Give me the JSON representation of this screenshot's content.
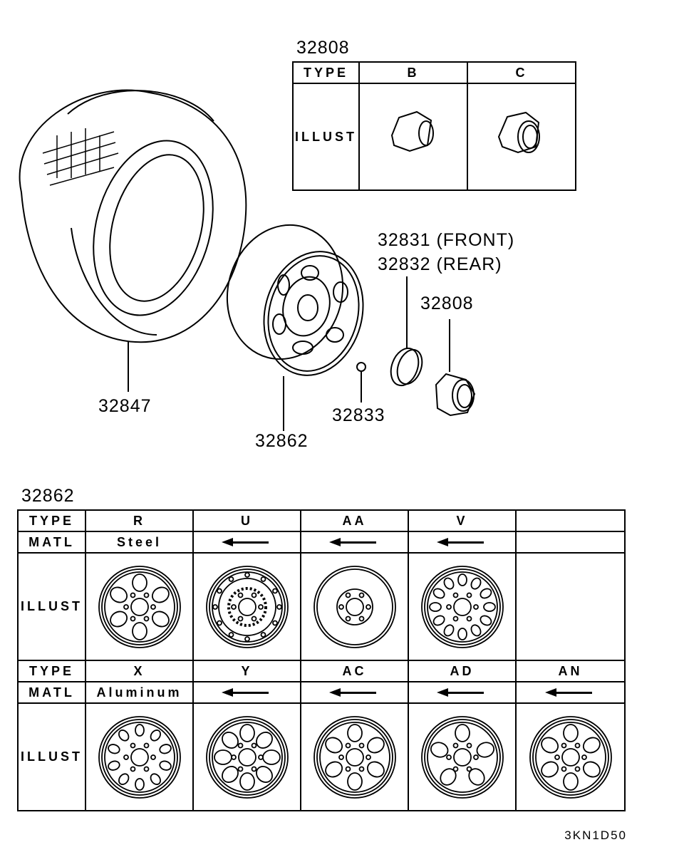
{
  "callouts": {
    "cap_table_title": "32808",
    "tire": "32847",
    "wheel": "32862",
    "ornament_front": "32831 (FRONT)",
    "ornament_rear": "32832 (REAR)",
    "cap": "32808",
    "nut": "32833",
    "wheel_table_title": "32862"
  },
  "cap_table": {
    "type_label": "TYPE",
    "illust_label": "ILLUST",
    "types": [
      "B",
      "C"
    ]
  },
  "wheel_table": {
    "type_label": "TYPE",
    "matl_label": "MATL",
    "illust_label": "ILLUST",
    "rows": [
      {
        "types": [
          "R",
          "U",
          "AA",
          "V",
          ""
        ],
        "matl": [
          "Steel",
          "arrow",
          "arrow",
          "arrow",
          ""
        ],
        "styles": [
          "steel6",
          "dually",
          "plain",
          "steel12",
          ""
        ]
      },
      {
        "types": [
          "X",
          "Y",
          "AC",
          "AD",
          "AN"
        ],
        "matl": [
          "Aluminum",
          "arrow",
          "arrow",
          "arrow",
          "arrow"
        ],
        "styles": [
          "alu10",
          "alu8",
          "alu6",
          "alu5",
          "alu6b"
        ]
      }
    ]
  },
  "diagram_code": "3KN1D50"
}
